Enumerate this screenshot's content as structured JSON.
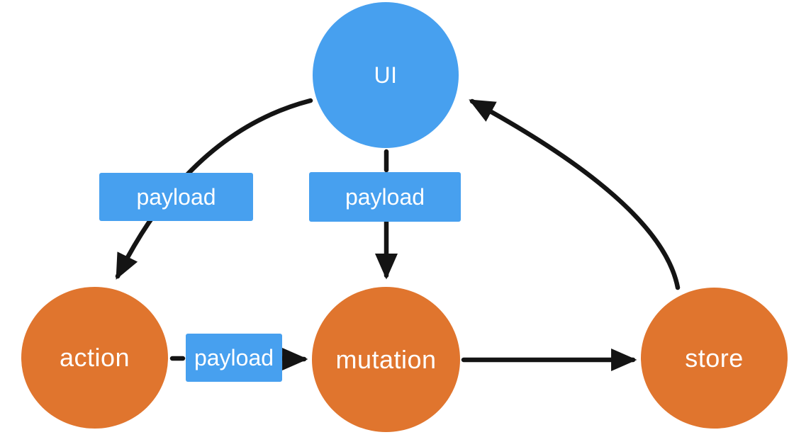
{
  "canvas": {
    "background": "#ffffff"
  },
  "colors": {
    "node_blue": "#47a0ef",
    "node_orange": "#e0752e",
    "edge_black": "#141414",
    "label_text": "#ffffff"
  },
  "nodes": [
    {
      "id": "ui",
      "label": "UI",
      "shape": "circle",
      "color": "#47a0ef"
    },
    {
      "id": "action",
      "label": "action",
      "shape": "circle",
      "color": "#e0752e"
    },
    {
      "id": "mutation",
      "label": "mutation",
      "shape": "circle",
      "color": "#e0752e"
    },
    {
      "id": "store",
      "label": "store",
      "shape": "circle",
      "color": "#e0752e"
    }
  ],
  "edge_labels": [
    {
      "id": "payload-ui-action",
      "label": "payload",
      "color": "#47a0ef"
    },
    {
      "id": "payload-ui-mutation",
      "label": "payload",
      "color": "#47a0ef"
    },
    {
      "id": "payload-action-mutation",
      "label": "payload",
      "color": "#47a0ef"
    }
  ],
  "edges": [
    {
      "from": "ui",
      "to": "action",
      "line": "solid",
      "shape": "curved",
      "label": "payload"
    },
    {
      "from": "ui",
      "to": "mutation",
      "line": "solid",
      "shape": "straight",
      "label": "payload"
    },
    {
      "from": "action",
      "to": "mutation",
      "line": "dashed",
      "shape": "straight",
      "label": "payload"
    },
    {
      "from": "mutation",
      "to": "store",
      "line": "solid",
      "shape": "straight",
      "label": ""
    },
    {
      "from": "store",
      "to": "ui",
      "line": "solid",
      "shape": "curved",
      "label": ""
    }
  ]
}
